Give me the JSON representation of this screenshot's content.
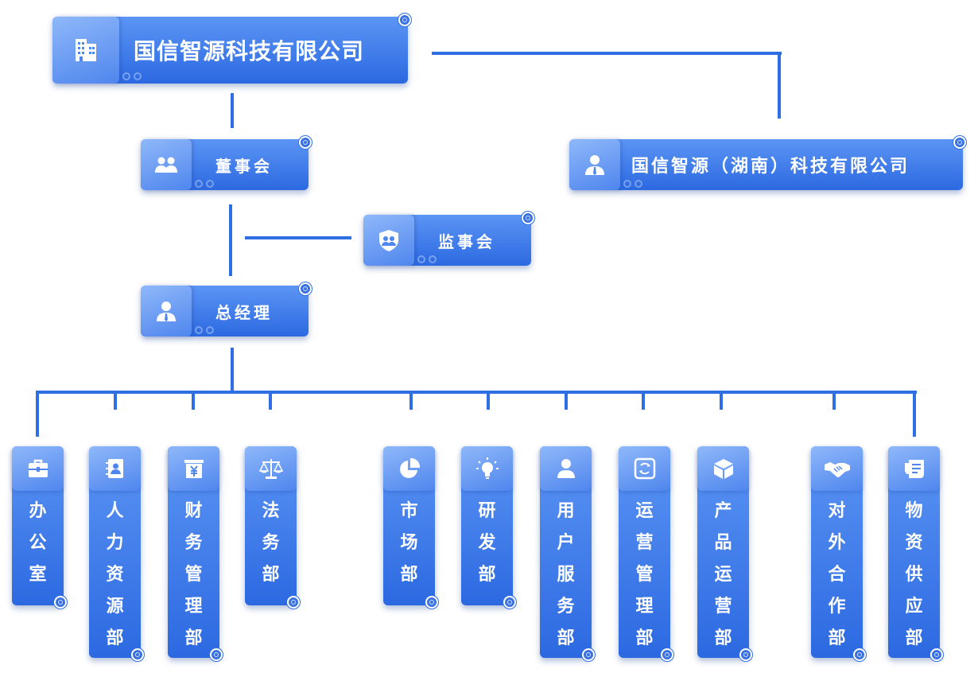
{
  "company": {
    "name": "国信智源科技有限公司",
    "icon": "building-icon"
  },
  "subsidiary": {
    "name": "国信智源（湖南）科技有限公司",
    "icon": "user-tie-icon"
  },
  "board": {
    "name": "董事会",
    "icon": "group-icon"
  },
  "supervisors": {
    "name": "监事会",
    "icon": "shield-user-icon"
  },
  "gm": {
    "name": "总经理",
    "icon": "user-tie-icon"
  },
  "departments": [
    {
      "name": "办公室",
      "icon": "briefcase-icon"
    },
    {
      "name": "人力资源部",
      "icon": "contacts-book-icon"
    },
    {
      "name": "财务管理部",
      "icon": "yuan-box-icon"
    },
    {
      "name": "法务部",
      "icon": "scales-icon"
    },
    {
      "name": "市场部",
      "icon": "pie-chart-icon"
    },
    {
      "name": "研发部",
      "icon": "lightbulb-icon"
    },
    {
      "name": "用户服务部",
      "icon": "user-icon"
    },
    {
      "name": "运营管理部",
      "icon": "cycle-icon"
    },
    {
      "name": "产品运营部",
      "icon": "cube-icon"
    },
    {
      "name": "对外合作部",
      "icon": "handshake-icon"
    },
    {
      "name": "物资供应部",
      "icon": "supply-doc-icon"
    }
  ],
  "colors": {
    "line": "#2f6fe4",
    "box_top": "#5b95f4",
    "box_bottom": "#2c69e1",
    "icon_tile": "#8fb8fa"
  }
}
